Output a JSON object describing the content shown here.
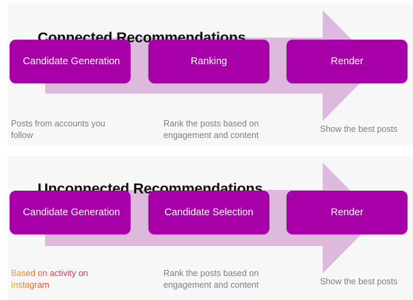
{
  "page": {
    "background_color": "#ffffff",
    "panel_background_color": "#f7f7f7",
    "box_color": "#a800a8",
    "arrow_color": "#ddb9dd",
    "caption_color": "#7b7f85",
    "title_color": "#111111"
  },
  "panels": [
    {
      "id": "connected",
      "title": "Connected Recommendations",
      "stages": [
        {
          "label": "Candidate Generation"
        },
        {
          "label": "Ranking"
        },
        {
          "label": "Render"
        }
      ],
      "captions": [
        {
          "text": "Posts from accounts you follow",
          "style": "plain"
        },
        {
          "text": "Rank the posts based on engagement and content",
          "style": "plain"
        },
        {
          "text": "Show the best posts",
          "style": "plain"
        }
      ]
    },
    {
      "id": "unconnected",
      "title": "Unconnected Recommendations",
      "stages": [
        {
          "label": "Candidate Generation"
        },
        {
          "label": "Candidate Selection"
        },
        {
          "label": "Render"
        }
      ],
      "captions": [
        {
          "text": "Based on activity on Instagram",
          "style": "instagram-gradient"
        },
        {
          "text": "Rank the posts based on engagement and content",
          "style": "plain"
        },
        {
          "text": "Show the best posts",
          "style": "plain"
        }
      ]
    }
  ]
}
